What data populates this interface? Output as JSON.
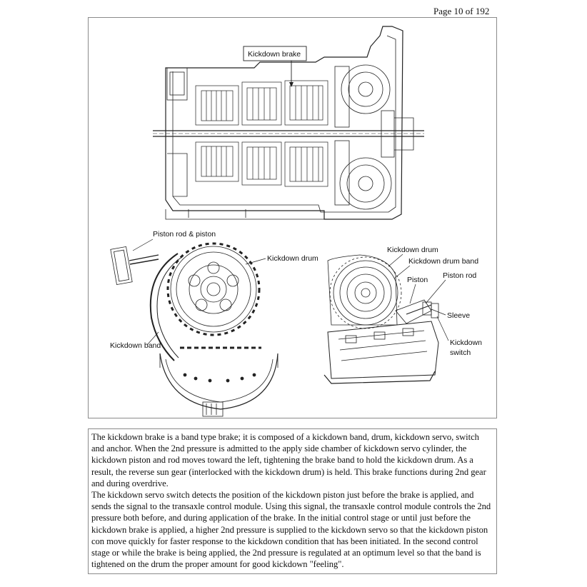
{
  "page": {
    "number_text": "Page 10 of 192"
  },
  "figure": {
    "labels": {
      "kickdown_brake": "Kickdown brake",
      "piston_rod_piston": "Piston rod & piston",
      "kickdown_drum_left": "Kickdown drum",
      "kickdown_band": "Kickdown band",
      "kickdown_drum_right": "Kickdown drum",
      "kickdown_drum_band": "Kickdown drum band",
      "piston": "Piston",
      "piston_rod": "Piston rod",
      "sleeve": "Sleeve",
      "kickdown_switch_line1": "Kickdown",
      "kickdown_switch_line2": "switch"
    }
  },
  "description": {
    "paragraph1": "The kickdown brake is a band type brake; it is composed of a kickdown band, drum, kickdown servo, switch and anchor. When the 2nd pressure is admitted to the apply side chamber of kickdown servo cylinder, the kickdown piston and rod moves toward the left, tightening the brake band to hold the kickdown drum. As a result, the reverse sun gear (interlocked with the kickdown drum) is held. This brake functions during 2nd gear and during overdrive.",
    "paragraph2": "The kickdown servo switch detects the position of the kickdown piston just before the brake is applied, and sends the signal to the transaxle control module. Using this signal, the transaxle control module controls the 2nd pressure both before, and during application of the brake. In the initial control stage or until just before the kickdown brake is applied, a higher 2nd pressure is supplied to the kickdown servo so that the kickdown piston con move quickly for faster response to the kickdown condition that has been initiated. In the second control stage or while the brake is being applied, the 2nd pressure is regulated at an optimum level so that the band is tightened on the drum the proper amount for good kickdown \"feeling\"."
  }
}
